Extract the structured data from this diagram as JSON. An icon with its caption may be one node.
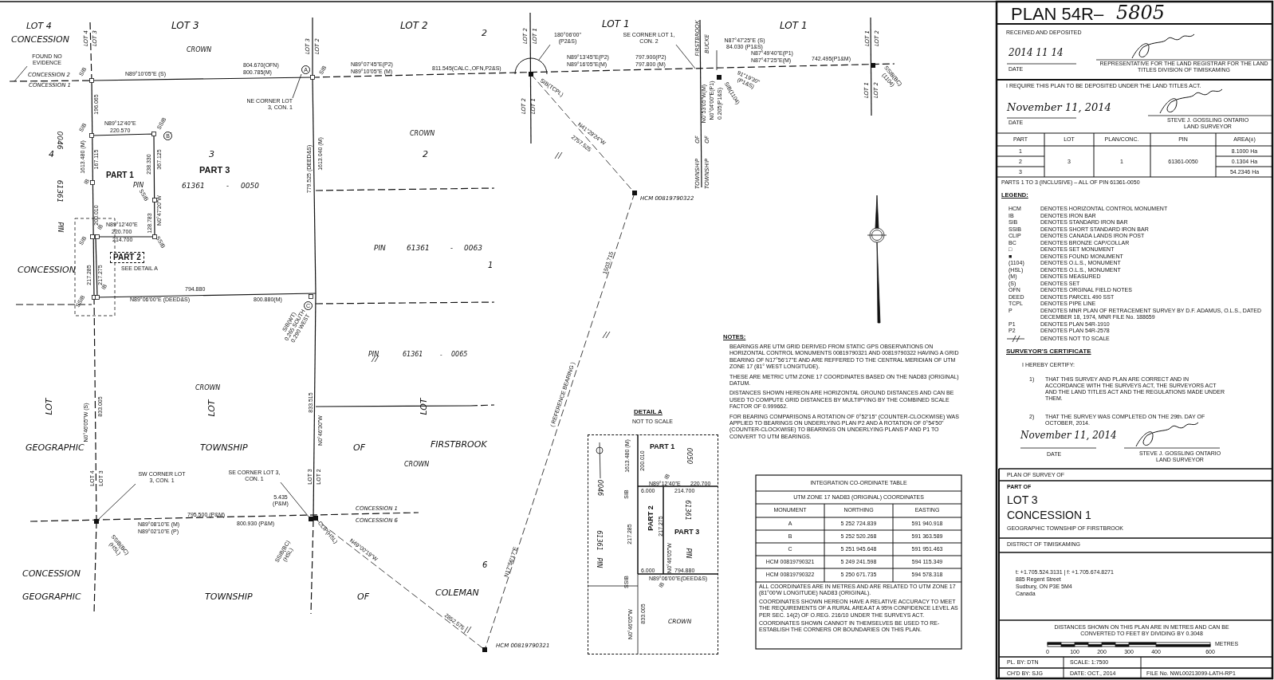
{
  "diagram": {
    "nodes": [
      {
        "text": [
          "FOUND NO EVIDENCE"
        ]
      },
      {
        "text": [
          "NE CORNER LOT 3, CON. 1"
        ]
      },
      {
        "text": [
          "SE CORNER LOT 1, CON. 2"
        ]
      },
      {
        "text": [
          "SW CORNER LOT 3, CON. 1"
        ]
      },
      {
        "text": [
          "SE CORNER LOT 3, CON. 1"
        ]
      },
      {
        "text": [
          "A"
        ]
      },
      {
        "text": [
          "B"
        ]
      },
      {
        "text": [
          "C"
        ]
      },
      {
        "text": [
          "PART 2"
        ]
      },
      {
        "text": [
          "DETAIL A",
          "NOT TO SCALE"
        ]
      },
      {
        "text": [
          "N87°47'25\"E (S) 84.030 (P1&S)"
        ]
      },
      {
        "text": [
          "180°06'00\" (P2&S)"
        ]
      },
      {
        "text": [],
        "shape": "box"
      },
      {
        "text": [],
        "shape": "box"
      }
    ],
    "edges": [
      {
        "from": 0,
        "to": null,
        "arrow": "none"
      },
      {
        "from": 1,
        "to": 5,
        "arrow": "none"
      },
      {
        "from": 2,
        "to": null,
        "arrow": "none"
      },
      {
        "from": 3,
        "to": 12,
        "arrow": "none"
      },
      {
        "from": 4,
        "to": 13,
        "arrow": "none"
      },
      {
        "from": 10,
        "to": null,
        "arrow": "none"
      },
      {
        "from": 11,
        "to": null,
        "arrow": "none"
      }
    ],
    "labels": [
      "LOT 4",
      "CONCESSION",
      "LOT 3",
      "CROWN",
      "LOT 2",
      "2",
      "LOT 1",
      "LOT 1",
      "LOT 4",
      "LOT 3",
      "LOT 3",
      "LOT 2",
      "LOT 2",
      "LOT 1",
      "FIRSTBROOK",
      "BUCKE",
      "LOT 1",
      "LOT 2",
      "CONCESSION 2",
      "CONCESSION 1",
      "SIB",
      "N89°10'05\"E (S)",
      "804.670(OFN)",
      "800.785(M)",
      "SIB",
      "N89°07'45\"E(P2)",
      "N89°10'05\"E (M)",
      "811.545(CALC.,OFN,P2&S)",
      "N89°13'45\"E(P2)",
      "N89°16'05\"E(M)",
      "797.900(P2)",
      "797.800 (M)",
      "N87°49'40\"E(P1)",
      "N87°47'25\"E(M)",
      "742.495(P1&M)",
      "SIB(TCPL)",
      "SIB(1104)",
      "91°19'30\" (P1&S)",
      "SSIB(BC) (1104)",
      "LOT 1",
      "LOT 2",
      "LOT 2",
      "LOT 1",
      "N0°53'05\"W(M)",
      "N0°04'00\"E(P1)",
      "0.205(P1&S)",
      "OF",
      "OF",
      "TOWNSHIP",
      "TOWNSHIP",
      "196.065",
      "SIB",
      "N89°12'40\"E",
      "220.570",
      "SSIB",
      "CROWN",
      "N41°29'24\"W",
      "2757.525",
      "4",
      "0046",
      "1613.480 (M)",
      "167.115",
      "238.330",
      "367.125",
      "3",
      "2",
      "PART 1",
      "PART 3",
      "779.525 (DEED&S)",
      "1613.040 (M)",
      "PIN",
      "61361",
      "-",
      "0050",
      "61361",
      "IB",
      "SSIB",
      "HCM 00819790322",
      "200.010",
      "N0°47'20\"W",
      "128.783",
      "PIN",
      "IB",
      "N89°12'40\"E",
      "220.700",
      "SIB",
      "214.700",
      "SSIB",
      "PIN",
      "61361",
      "-",
      "0063",
      "1",
      "1503.715",
      "SEE DETAIL A",
      "CONCESSION",
      "217.285",
      "217.275",
      "IB",
      "794.880",
      "N89°06'00\"E (DEED&S)",
      "800.880(M)",
      "SSIB",
      "SIB(WT) 0.265 SOUTH 0.290 WEST",
      "PIN",
      "61361",
      "-",
      "0065",
      "CROWN",
      "LOT",
      "N0°46'05\"W (S)",
      "833.005",
      "LOT",
      "833.515",
      "N0°46'30\"W",
      "LOT",
      "( REFERENCE BEARING )",
      "GEOGRAPHIC",
      "TOWNSHIP",
      "OF",
      "FIRSTBROOK",
      "CROWN",
      "LOT 4",
      "LOT 3",
      "LOT 3",
      "LOT 2",
      "5.435 (P&M)",
      "795.500 (P&M)",
      "N89°08'10\"E (M)",
      "800.930 (P&M)",
      "N89°02'10\"E (P)",
      "CONCESSION 1",
      "CONCESSION 6",
      "SSIB(BC) (HSL)",
      "SSIB(BC) (HSL)",
      "CLIP(HSL)",
      "N49°00'19\"W",
      "N17°56'17\"E",
      "6",
      "CONCESSION",
      "GEOGRAPHIC",
      "TOWNSHIP",
      "OF",
      "COLEMAN",
      "2852.575",
      "HCM 00819790321",
      "PART 1",
      "1613.480 (M)",
      "200.010",
      "0050",
      "N89°12'40\"E",
      "220.700",
      "0046",
      "SIB",
      "IB",
      "6.000",
      "214.700",
      "217.285",
      "PART 2",
      "217.275",
      "61361",
      "PART 3",
      "61361",
      "N0°46'05\"W",
      "PIN",
      "PIN",
      "6.000",
      "794.880",
      "N89°06'00\"E(DEED&S)",
      "SSIB",
      "IB",
      "N0°46'05\"W",
      "833.005",
      "CROWN",
      "NOTES:",
      "BEARINGS ARE UTM GRID DERIVED FROM STATIC GPS OBSERVATIONS ON HORIZONTAL CONTROL MONUMENTS 00819790321 AND 00819790322 HAVING A GRID BEARING OF N17°56'17\"E AND ARE REFFERED TO THE CENTRAL MERIDIAN OF UTM ZONE 17 (81° WEST LONGITUDE).",
      "THESE ARE METRIC UTM ZONE 17 COORDINATES BASED ON THE NAD83 (ORIGINAL) DATUM.",
      "DISTANCES SHOWN HEREON ARE HORIZONTAL GROUND DISTANCES AND CAN BE USED TO COMPUTE GRID DISTANCES BY MULTIPYING BY THE COMBINED SCALE FACTOR OF 0.999662.",
      "FOR BEARING COMPARISONS A ROTATION OF 0°52'15\" (COUNTER-CLOCKWISE) WAS APPLIED TO BEARINGS ON UNDERLYING PLAN P2 AND A ROTATION OF 0°54'50\" (COUNTER-CLOCKWISE) TO BEARINGS ON UNDERLYING PLANS P AND P1 TO CONVERT TO UTM BEARINGS.",
      "INTEGRATION CO-ORDINATE TABLE",
      "UTM ZONE 17 NAD83 (ORIGINAL) COORDINATES",
      "MONUMENT",
      "NORTHING",
      "EASTING",
      "A",
      "5 252 724.839",
      "591 940.918",
      "B",
      "5 252 520.268",
      "591 363.589",
      "C",
      "5 251 945.648",
      "591 951.463",
      "HCM 00819790321",
      "5 249 241.598",
      "594 115.349",
      "HCM 00819790322",
      "5 250 671.735",
      "594 578.318",
      "ALL COORDINATES ARE IN METRES AND ARE RELATED TO UTM ZONE 17 (81°00'W LONGITUDE) NAD83 (ORIGINAL).",
      "COORDINATES SHOWN HEREON HAVE A RELATIVE ACCURACY TO MEET THE REQUIREMENTS OF A RURAL AREA AT A 95% CONFIDENCE LEVEL AS PER SEC. 14(2) OF O.REG. 216/10 UNDER THE SURVEYS ACT.",
      "COORDINATES SHOWN CANNOT IN THEMSELVES BE USED TO RE-ESTABLISH THE CORNERS OR BOUNDARIES ON THIS PLAN.",
      "PLAN 54R–",
      "5805",
      "RECEIVED AND DEPOSITED",
      "2014 11 14",
      "DATE",
      "REPRESENTATIVE FOR THE LAND REGISTRAR FOR THE LAND TITLES DIVISION OF TIMISKAMING",
      "I REQUIRE THIS PLAN TO BE DEPOSITED UNDER THE LAND TITLES ACT.",
      "November 11, 2014",
      "DATE",
      "STEVE J. GOSSLING ONTARIO LAND SURVEYOR",
      "PART",
      "LOT",
      "PLAN/CONC.",
      "PIN",
      "AREA(±)",
      "1",
      "8.1000 Ha",
      "2",
      "3",
      "1",
      "61361-0050",
      "0.1304 Ha",
      "3",
      "54.2346 Ha",
      "PARTS 1 TO 3 (INCLUSIVE) – ALL OF PIN 61361-0050",
      "LEGEND:",
      "HCM",
      "DENOTES HORIZONTAL CONTROL MONUMENT",
      "IB",
      "DENOTES IRON BAR",
      "SIB",
      "DENOTES STANDARD IRON BAR",
      "SSIB",
      "DENOTES SHORT STANDARD IRON BAR",
      "CLIP",
      "DENOTES CANADA LANDS IRON POST",
      "BC",
      "DENOTES BRONZE CAP/COLLAR",
      "□",
      "DENOTES SET MONUMENT",
      "■",
      "DENOTES FOUND MONUMENT",
      "(1104)",
      "DENOTES O.L.S., MONUMENT",
      "(HSL)",
      "DENOTES O.L.S., MONUMENT",
      "(M)",
      "DENOTES MEASURED",
      "(S)",
      "DENOTES SET",
      "OFN",
      "DENOTES ORGINAL FIELD NOTES",
      "DEED",
      "DENOTES PARCEL 490 SST",
      "TCPL",
      "DENOTES PIPE LINE",
      "P",
      "DENOTES MNR PLAN OF RETRACEMENT SURVEY BY D.F. ADAMUS, O.L.S., DATED DECEMBER 18, 1974, MNR FILE No. 188659",
      "P1",
      "DENOTES PLAN 54R-1910",
      "P2",
      "DENOTES PLAN 54R-2578",
      "DENOTES NOT TO SCALE",
      "SURVEYOR'S CERTIFICATE",
      "I HEREBY CERTIFY:",
      "1)",
      "THAT THIS SURVEY AND PLAN ARE CORRECT AND IN ACCORDANCE WITH THE SURVEYS ACT, THE SURVEYORS ACT AND THE LAND TITLES ACT AND THE REGULATIONS MADE UNDER THEM.",
      "2)",
      "THAT THE SURVEY WAS COMPLETED ON THE 29th. DAY OF OCTOBER, 2014.",
      "November 11, 2014",
      "DATE",
      "STEVE J. GOSSLING ONTARIO LAND SURVEYOR",
      "PLAN OF SURVEY OF",
      "PART OF",
      "LOT 3",
      "CONCESSION 1",
      "GEOGRAPHIC TOWNSHIP OF FIRSTBROOK",
      "DISTRICT OF TIMISKAMING",
      "t: +1.705.524.3131 | f: +1.705.674.8271",
      "885 Regent Street",
      "Sudbury, ON P3E 5M4",
      "Canada",
      "DISTANCES SHOWN ON THIS PLAN ARE IN METRES AND CAN BE CONVERTED TO FEET BY DIVIDING BY 0.3048",
      "METRES",
      "0",
      "100",
      "200",
      "300",
      "400",
      "600",
      "PL. BY: DTN",
      "SCALE: 1:7500",
      "CH'D BY: SJG",
      "DATE: OCT., 2014",
      "FILE No. NWL00213099-LATH-RP1"
    ]
  }
}
